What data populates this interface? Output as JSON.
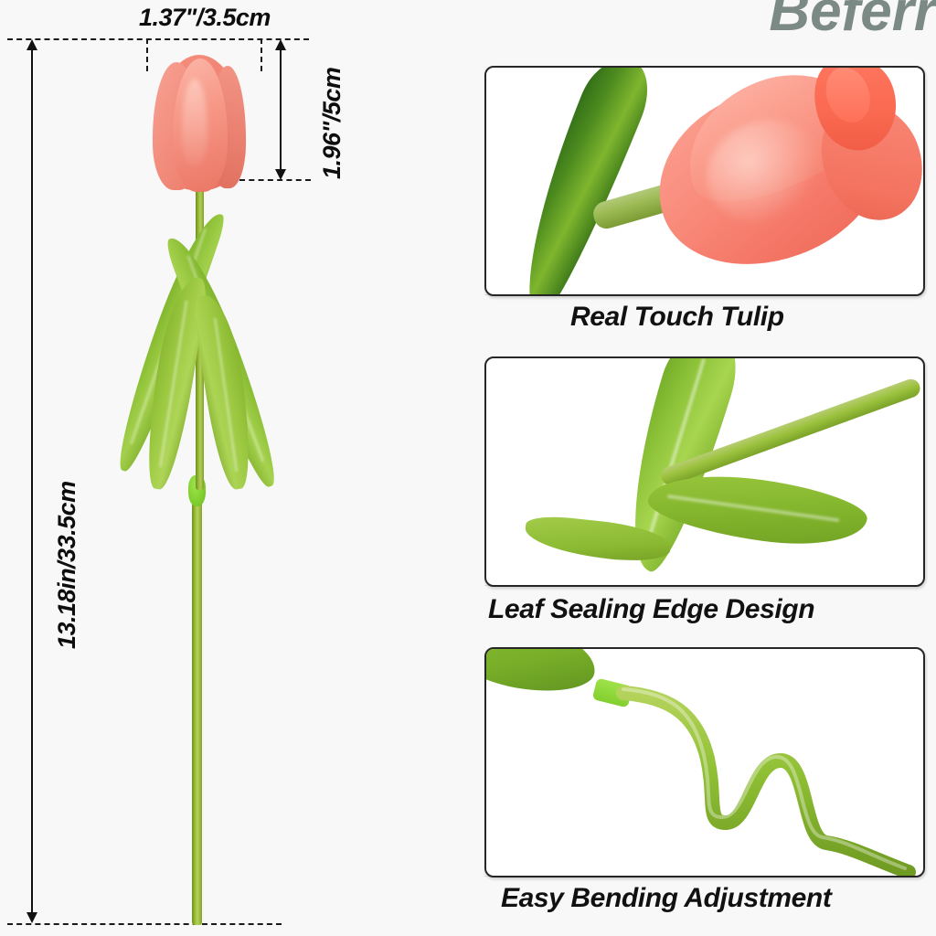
{
  "brand": {
    "name": "Beferr"
  },
  "background_color": "#f8f8f8",
  "product": {
    "type": "artificial-real-touch-tulip",
    "flower_color": "#f08878",
    "leaf_color": "#8dc039",
    "stem_color": "#7f9f29"
  },
  "dimensions": {
    "bloom_width": "1.37\"/3.5cm",
    "bloom_height": "1.96\"/5cm",
    "total_height": "13.18in/33.5cm"
  },
  "panels": [
    {
      "id": "panel-real-touch-tulip",
      "caption": "Real Touch Tulip",
      "content": "close-up of coral tulip bloom with dark green leaf"
    },
    {
      "id": "panel-leaf-sealing-edge-design",
      "caption": "Leaf Sealing Edge Design",
      "content": "close-up of leaf junction showing sealed edges"
    },
    {
      "id": "panel-easy-bending-adjustment",
      "caption": "Easy Bending Adjustment",
      "content": "stem bent into an S-curve showing flexible wire"
    }
  ]
}
